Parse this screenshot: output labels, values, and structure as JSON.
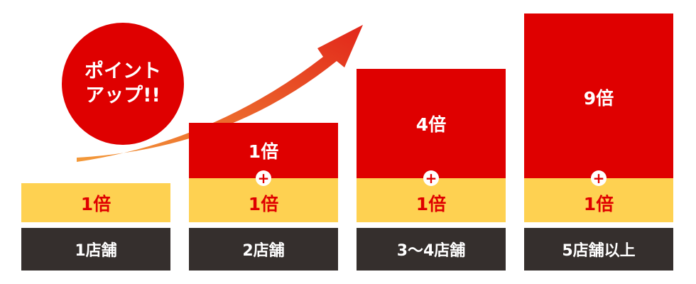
{
  "chart_data": {
    "type": "bar",
    "title": "",
    "badge_line1": "ポイント",
    "badge_line2": "アップ!!",
    "categories": [
      "1店舗",
      "2店舗",
      "3〜4店舗",
      "5店舗以上"
    ],
    "series": [
      {
        "name": "base",
        "values": [
          1,
          1,
          1,
          1
        ],
        "labels": [
          "1倍",
          "1倍",
          "1倍",
          "1倍"
        ]
      },
      {
        "name": "bonus",
        "values": [
          0,
          1,
          4,
          9
        ],
        "labels": [
          "",
          "1倍",
          "4倍",
          "9倍"
        ]
      }
    ],
    "plus_symbol": "+",
    "colors": {
      "bonus": "#df0000",
      "base": "#fed151",
      "label_bg": "#352f2d",
      "arrow_start": "#f08a30",
      "arrow_end": "#e2261a"
    }
  }
}
